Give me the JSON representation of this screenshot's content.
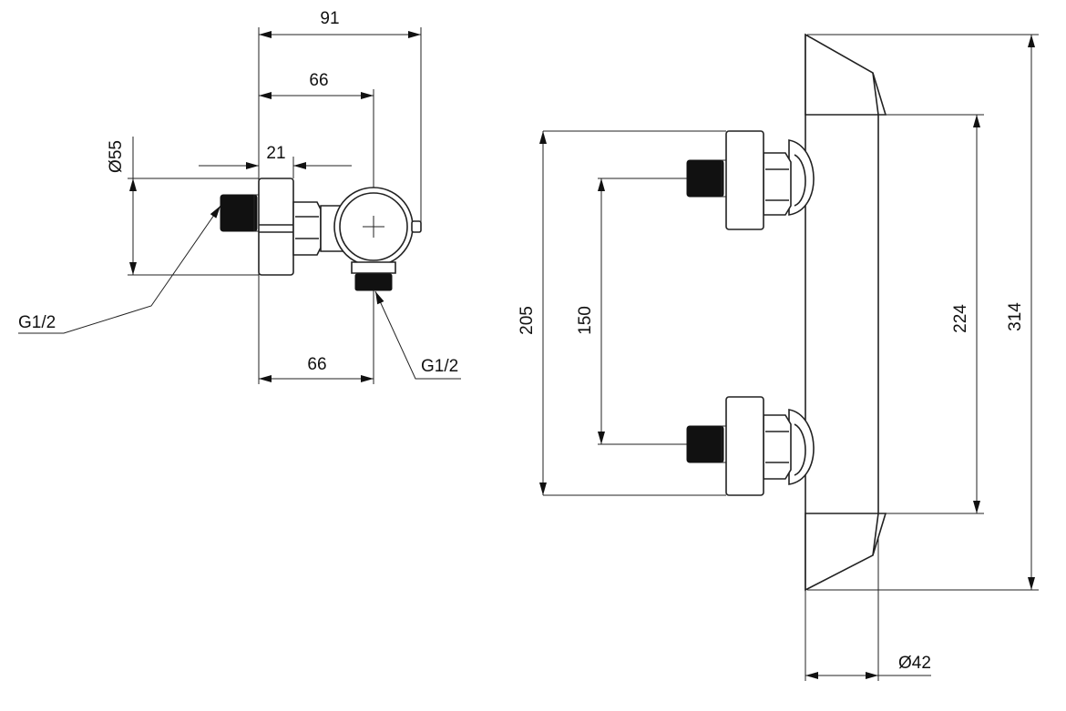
{
  "colors": {
    "line": "#222222",
    "fill_dark": "#111111",
    "background": "#ffffff"
  },
  "side_view": {
    "dims": {
      "overall_depth": "91",
      "axis_depth_top": "66",
      "wall_plate": "21",
      "plate_diameter": "Ø55",
      "axis_depth_bottom": "66"
    },
    "thread_inlet": "G1/2",
    "thread_outlet": "G1/2"
  },
  "front_view": {
    "dims": {
      "inlet_span_outer": "205",
      "inlet_spacing": "150",
      "body_length_inner": "224",
      "body_length_total": "314",
      "body_diameter": "Ø42"
    }
  }
}
